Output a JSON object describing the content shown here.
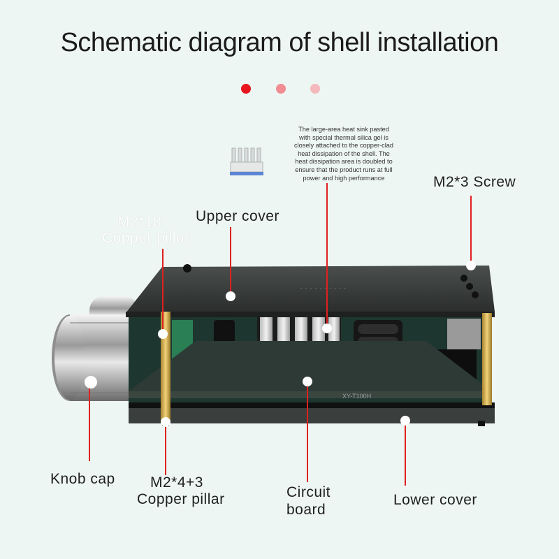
{
  "title": "Schematic diagram of shell installation",
  "indicator_dots": [
    {
      "color": "#e8141e"
    },
    {
      "color": "#f08c92"
    },
    {
      "color": "#f4b8bd"
    }
  ],
  "heatsink_note": [
    "The large-area heat sink pasted",
    "with special thermal silica gel is",
    "closely attached to the copper-clad",
    "heat dissipation of the shell. The",
    "heat dissipation area is doubled to",
    "ensure that the product runs at full",
    "power and high performance"
  ],
  "labels": {
    "screw": "M2*3 Screw",
    "upper_cover": "Upper cover",
    "pillar_18_line1": "M2*18",
    "pillar_18_line2": "Copper pillar",
    "knob_cap": "Knob cap",
    "pillar_4_line1": "M2*4+3",
    "pillar_4_line2": "Copper pillar",
    "circuit_line1": "Circuit",
    "circuit_line2": "board",
    "lower_cover": "Lower cover"
  },
  "board_marking": "XY-T100H",
  "colors": {
    "leader": "#e02020",
    "background": "#eef6f3",
    "heatsink_pad": "#5b86d4"
  }
}
